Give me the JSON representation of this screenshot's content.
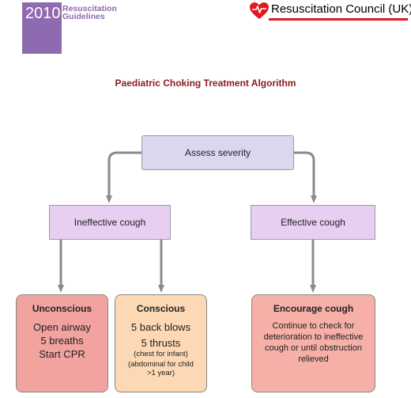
{
  "header": {
    "year": "2010",
    "guidelines_line1": "Resuscitation",
    "guidelines_line2": "Guidelines",
    "organisation": "Resuscitation Council (UK)",
    "badge_color": "#8e6ab0",
    "logo_color": "#e0191f"
  },
  "title": "Paediatric Choking Treatment Algorithm",
  "nodes": {
    "assess": "Assess severity",
    "ineffective": "Ineffective cough",
    "effective": "Effective cough",
    "unconscious": {
      "title": "Unconscious",
      "lines": [
        "Open airway",
        "5 breaths",
        "Start CPR"
      ]
    },
    "conscious": {
      "title": "Conscious",
      "line1": "5 back blows",
      "line2": "5 thrusts",
      "note1": "(chest for infant)",
      "note2": "(abdominal for child >1 year)"
    },
    "encourage": {
      "title": "Encourage cough",
      "text": "Continue to check for deterioration to ineffective cough or until obstruction relieved"
    }
  },
  "colors": {
    "assess_fill": "#dcd6ef",
    "cough_fill": "#e6cff0",
    "unconscious_fill": "#f2a3a0",
    "conscious_fill": "#fcd8b4",
    "encourage_fill": "#f6b0a8",
    "connector": "#8a8a8a",
    "title": "#8b1a1a"
  }
}
